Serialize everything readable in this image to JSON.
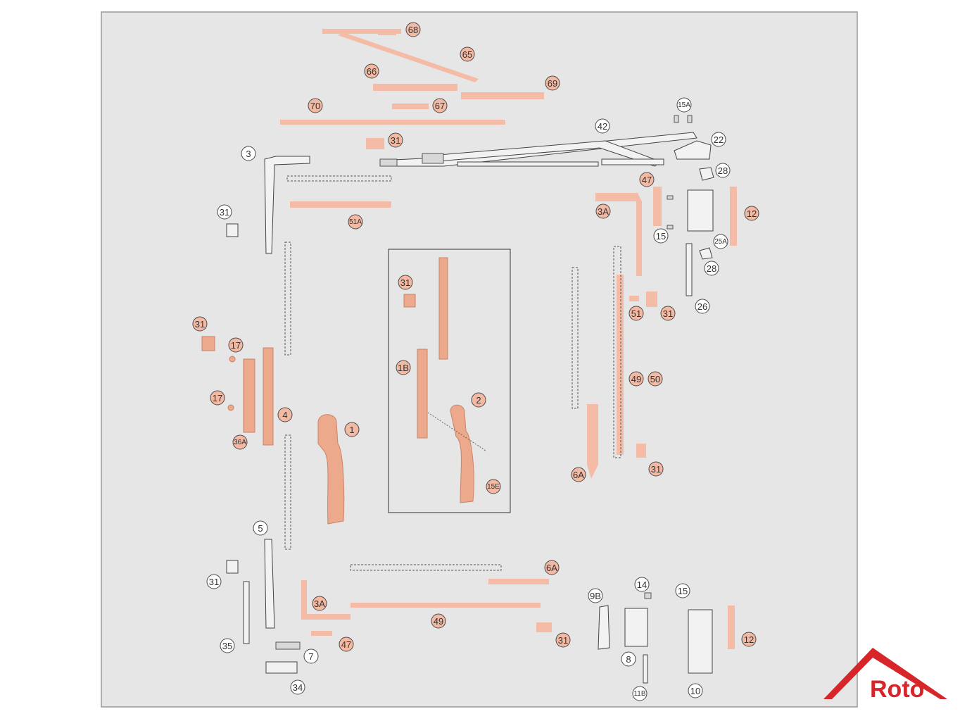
{
  "callouts": [
    {
      "id": "c68",
      "label": "68",
      "style": "salmon"
    },
    {
      "id": "c65",
      "label": "65",
      "style": "salmon"
    },
    {
      "id": "c66",
      "label": "66",
      "style": "salmon"
    },
    {
      "id": "c69",
      "label": "69",
      "style": "salmon"
    },
    {
      "id": "c70",
      "label": "70",
      "style": "salmon"
    },
    {
      "id": "c67",
      "label": "67",
      "style": "salmon"
    },
    {
      "id": "c15A_top",
      "label": "15A",
      "style": "white"
    },
    {
      "id": "c42",
      "label": "42",
      "style": "white"
    },
    {
      "id": "c22",
      "label": "22",
      "style": "white"
    },
    {
      "id": "c31_a",
      "label": "31",
      "style": "salmon"
    },
    {
      "id": "c3",
      "label": "3",
      "style": "white"
    },
    {
      "id": "c28_a",
      "label": "28",
      "style": "white"
    },
    {
      "id": "c47_a",
      "label": "47",
      "style": "salmon"
    },
    {
      "id": "c31_b",
      "label": "31",
      "style": "white"
    },
    {
      "id": "c3A_a",
      "label": "3A",
      "style": "salmon"
    },
    {
      "id": "c12_a",
      "label": "12",
      "style": "salmon"
    },
    {
      "id": "c51A",
      "label": "51A",
      "style": "salmon"
    },
    {
      "id": "c15_a",
      "label": "15",
      "style": "white"
    },
    {
      "id": "c25A",
      "label": "25A",
      "style": "white"
    },
    {
      "id": "c28_b",
      "label": "28",
      "style": "white"
    },
    {
      "id": "c31_c",
      "label": "31",
      "style": "salmon"
    },
    {
      "id": "c26",
      "label": "26",
      "style": "white"
    },
    {
      "id": "c51",
      "label": "51",
      "style": "salmon"
    },
    {
      "id": "c31_d",
      "label": "31",
      "style": "salmon"
    },
    {
      "id": "c31_e",
      "label": "31",
      "style": "salmon"
    },
    {
      "id": "c17_a",
      "label": "17",
      "style": "salmon"
    },
    {
      "id": "c1B",
      "label": "1B",
      "style": "salmon"
    },
    {
      "id": "c49_a",
      "label": "49",
      "style": "salmon"
    },
    {
      "id": "c50",
      "label": "50",
      "style": "salmon"
    },
    {
      "id": "c2",
      "label": "2",
      "style": "salmon"
    },
    {
      "id": "c17_b",
      "label": "17",
      "style": "salmon"
    },
    {
      "id": "c4",
      "label": "4",
      "style": "salmon"
    },
    {
      "id": "c1",
      "label": "1",
      "style": "salmon"
    },
    {
      "id": "c36A",
      "label": "36A",
      "style": "salmon"
    },
    {
      "id": "c31_f",
      "label": "31",
      "style": "salmon"
    },
    {
      "id": "c6A_a",
      "label": "6A",
      "style": "salmon"
    },
    {
      "id": "c15E",
      "label": "15E",
      "style": "salmon"
    },
    {
      "id": "c5",
      "label": "5",
      "style": "white"
    },
    {
      "id": "c6A_b",
      "label": "6A",
      "style": "salmon"
    },
    {
      "id": "c31_g",
      "label": "31",
      "style": "white"
    },
    {
      "id": "c14",
      "label": "14",
      "style": "white"
    },
    {
      "id": "c9B",
      "label": "9B",
      "style": "white"
    },
    {
      "id": "c15_b",
      "label": "15",
      "style": "white"
    },
    {
      "id": "c3A_b",
      "label": "3A",
      "style": "salmon"
    },
    {
      "id": "c49_b",
      "label": "49",
      "style": "salmon"
    },
    {
      "id": "c31_h",
      "label": "31",
      "style": "salmon"
    },
    {
      "id": "c12_b",
      "label": "12",
      "style": "salmon"
    },
    {
      "id": "c35",
      "label": "35",
      "style": "white"
    },
    {
      "id": "c47_b",
      "label": "47",
      "style": "salmon"
    },
    {
      "id": "c7",
      "label": "7",
      "style": "white"
    },
    {
      "id": "c8",
      "label": "8",
      "style": "white"
    },
    {
      "id": "c34",
      "label": "34",
      "style": "white"
    },
    {
      "id": "c11B",
      "label": "11B",
      "style": "white"
    },
    {
      "id": "c10",
      "label": "10",
      "style": "white"
    }
  ],
  "brand": {
    "name": "Roto",
    "color": "#d6262a"
  },
  "colors": {
    "panel_background": "#e6e6e6",
    "salmon_part": "#f4bca6",
    "callout_salmon": "#f3b9a2",
    "line": "#444444"
  }
}
